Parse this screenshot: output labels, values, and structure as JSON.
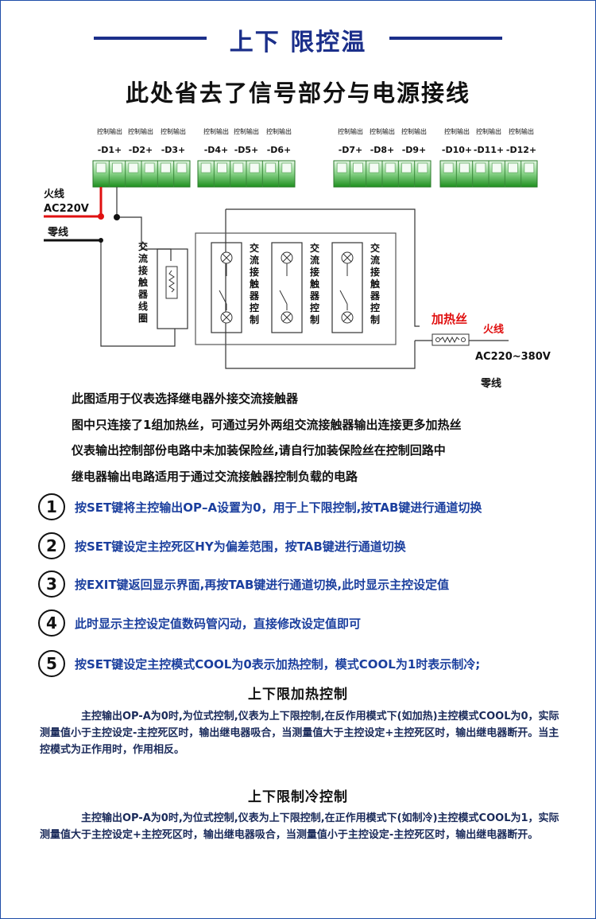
{
  "header": {
    "title": "上下 限控温"
  },
  "subtitle": "此处省去了信号部分与电源接线",
  "diagram": {
    "ctrl_label": "控制输出",
    "terminals": {
      "g1": [
        "-D1+",
        "-D2+",
        "-D3+"
      ],
      "g2": [
        "-D4+",
        "-D5+",
        "-D6+"
      ],
      "g3": [
        "-D7+",
        "-D8+",
        "-D9+"
      ],
      "g4": [
        "-D10+",
        "-D11+",
        "-D12+"
      ]
    },
    "live_left": "火线",
    "ac_left": "AC220V",
    "neutral_left": "零线",
    "coil_label": [
      "交",
      "流",
      "接",
      "触",
      "器",
      "线",
      "圈"
    ],
    "contact_label": [
      "交",
      "流",
      "接",
      "触",
      "器",
      "控",
      "制"
    ],
    "heater_label": "加热丝",
    "live_right": "火线",
    "ac_right": "AC220~380V",
    "neutral_right": "零线"
  },
  "notes": [
    "此图适用于仪表选择继电器外接交流接触器",
    "图中只连接了1组加热丝，可通过另外两组交流接触器输出连接更多加热丝",
    "仪表输出控制部份电路中未加装保险丝,请自行加装保险丝在控制回路中",
    "继电器输出电路适用于通过交流接触器控制负载的电路"
  ],
  "steps": [
    {
      "num": "1",
      "text": "按SET键将主控输出OP–A设置为0，用于上下限控制,按TAB键进行通道切换"
    },
    {
      "num": "2",
      "text": "按SET键设定主控死区HY为偏差范围，按TAB键进行通道切换"
    },
    {
      "num": "3",
      "text": "按EXIT键返回显示界面,再按TAB键进行通道切换,此时显示主控设定值"
    },
    {
      "num": "4",
      "text": "此时显示主控设定值数码管闪动，直接修改设定值即可"
    },
    {
      "num": "5",
      "text": "按SET键设定主控模式COOL为0表示加热控制，模式COOL为1时表示制冷;"
    }
  ],
  "heating": {
    "title": "上下限加热控制",
    "text": "主控输出OP-A为0时,为位式控制,仪表为上下限控制,在反作用模式下(如加热)主控模式COOL为0，实际测量值小于主控设定-主控死区时，输出继电器吸合，当测量值大于主控设定+主控死区时，输出继电器断开。当主控模式为正作用时，作用相反。"
  },
  "cooling": {
    "title": "上下限制冷控制",
    "text": "主控输出OP-A为0时,为位式控制,仪表为上下限控制,在正作用模式下(如制冷)主控模式COOL为1，实际测量值大于主控设定+主控死区时，输出继电器吸合，当测量值小于主控设定-主控死区时，输出继电器断开。"
  },
  "colors": {
    "brand": "#1b2f8a",
    "step_text": "#1b3f9e",
    "terminal_green": "#2fa82f",
    "live_wire": "#e01010"
  }
}
